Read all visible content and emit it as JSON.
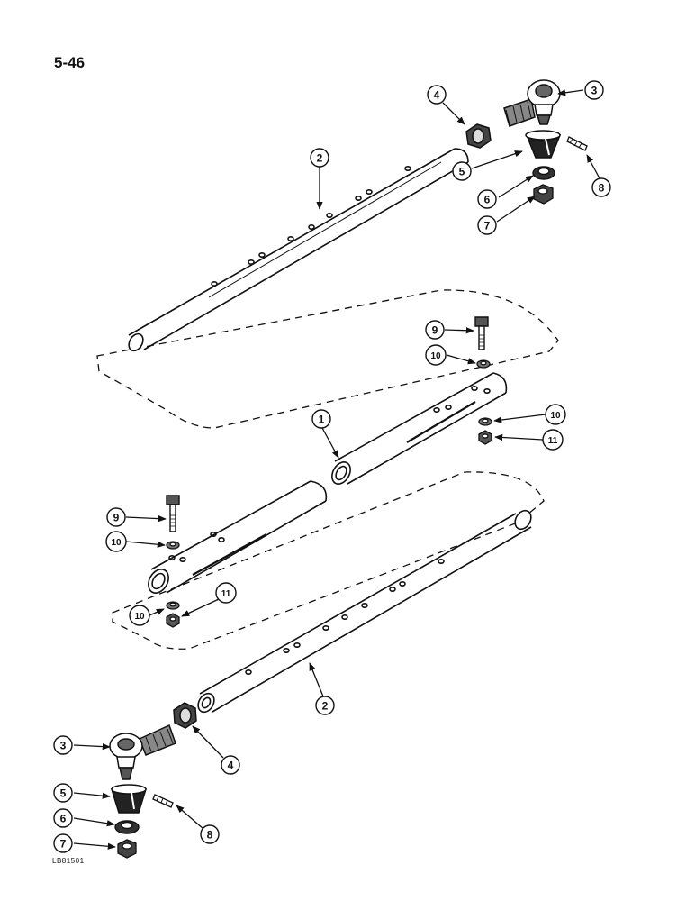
{
  "page": {
    "number": "5-46",
    "figure_code": "LB81501"
  },
  "callouts": {
    "c1": "1",
    "c2_top": "2",
    "c2_bottom": "2",
    "c3_top": "3",
    "c3_bottom": "3",
    "c4_top": "4",
    "c4_bottom": "4",
    "c5_top": "5",
    "c5_bottom": "5",
    "c6_top": "6",
    "c6_bottom": "6",
    "c7_top": "7",
    "c7_bottom": "7",
    "c8_top": "8",
    "c8_bottom": "8",
    "c9_right": "9",
    "c9_left": "9",
    "c10_right_top": "10",
    "c10_right_side": "10",
    "c10_left_top": "10",
    "c10_left_bottom": "10",
    "c11_right": "11",
    "c11_left": "11"
  },
  "colors": {
    "ink": "#111111",
    "paper": "#ffffff"
  }
}
